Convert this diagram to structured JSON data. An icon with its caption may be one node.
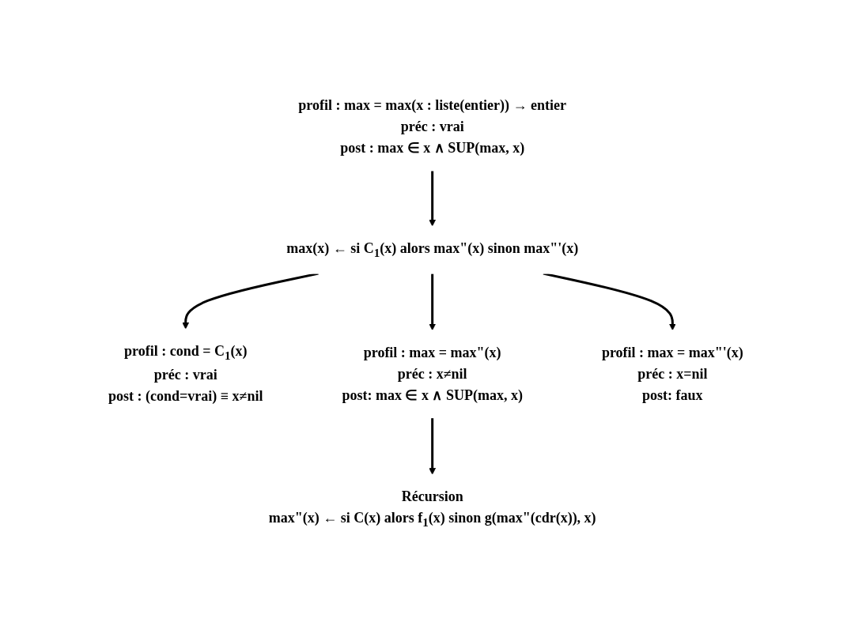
{
  "diagram": {
    "nodes": [
      {
        "text": [
          "profil : max = max(x : liste(entier)) → entier",
          "préc : vrai",
          "post : max ∈ x ∧ SUP(max, x)"
        ]
      },
      {
        "text": [
          "max(x) ← si C$_{1}$(x) alors max\"(x) sinon max\"'(x)"
        ]
      },
      {
        "text": [
          "profil : cond = C$_{1}$(x)",
          "préc : vrai",
          "post : (cond=vrai) ≡ x≠nil"
        ]
      },
      {
        "text": [
          "profil : max = max\"(x)",
          "préc : x≠nil",
          "post: max ∈ x ∧ SUP(max, x)"
        ]
      },
      {
        "text": [
          "profil : max = max\"'(x)",
          "préc : x=nil",
          "post: faux"
        ]
      },
      {
        "text": [
          "Récursion",
          "max\"(x) ← si C(x) alors f$_{1}$(x) sinon g(max\"(cdr(x)), x)"
        ]
      }
    ],
    "edges": [
      {
        "from": 0,
        "to": 1,
        "arrow": "to"
      },
      {
        "from": 1,
        "to": 2,
        "arrow": "to"
      },
      {
        "from": 1,
        "to": 3,
        "arrow": "to"
      },
      {
        "from": 1,
        "to": 4,
        "arrow": "to"
      },
      {
        "from": 3,
        "to": 5,
        "arrow": "to"
      }
    ]
  }
}
